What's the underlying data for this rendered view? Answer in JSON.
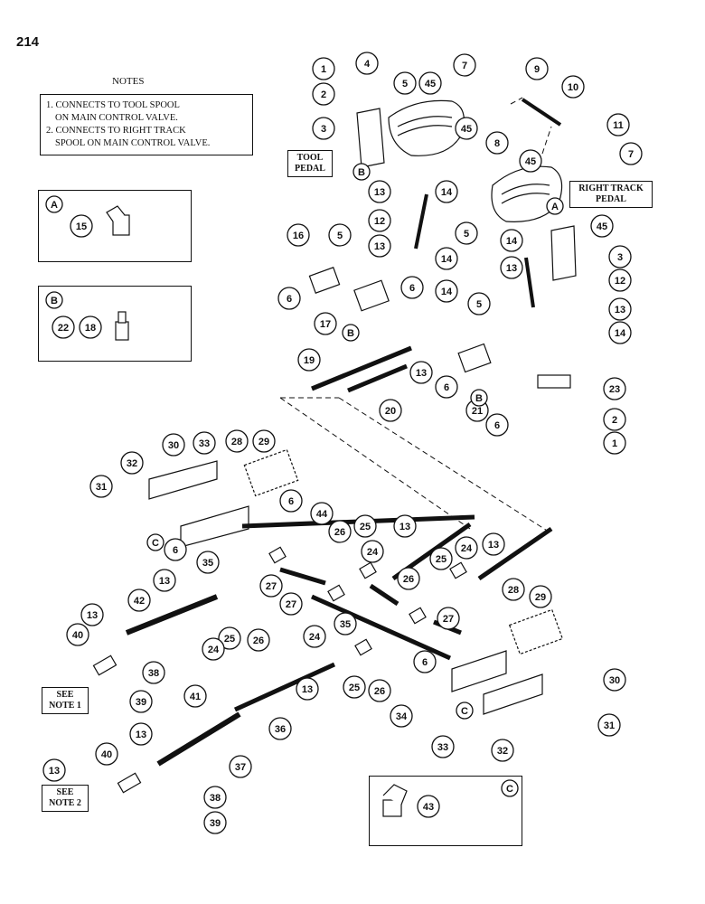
{
  "page_number": "214",
  "notes": {
    "title": "NOTES",
    "line1a": "1. CONNECTS TO TOOL SPOOL",
    "line1b": "ON MAIN CONTROL VALVE.",
    "line2a": "2. CONNECTS TO RIGHT TRACK",
    "line2b": "SPOOL ON MAIN CONTROL VALVE."
  },
  "labels": {
    "tool_pedal_1": "TOOL",
    "tool_pedal_2": "PEDAL",
    "right_track_1": "RIGHT TRACK",
    "right_track_2": "PEDAL",
    "see_note_1a": "SEE",
    "see_note_1b": "NOTE 1",
    "see_note_2a": "SEE",
    "see_note_2b": "NOTE 2"
  },
  "insets": [
    {
      "letter": "A",
      "parts": [
        "15"
      ]
    },
    {
      "letter": "B",
      "parts": [
        "22",
        "18"
      ]
    },
    {
      "letter": "C",
      "parts": [
        "43"
      ]
    }
  ],
  "callouts": [
    {
      "id": "1",
      "n": "1"
    },
    {
      "id": "2",
      "n": "2"
    },
    {
      "id": "3",
      "n": "3"
    },
    {
      "id": "4",
      "n": "4"
    },
    {
      "id": "5",
      "n": "5"
    },
    {
      "id": "45",
      "n": "45"
    },
    {
      "id": "7",
      "n": "7"
    },
    {
      "id": "9",
      "n": "9"
    },
    {
      "id": "10",
      "n": "10"
    },
    {
      "id": "11",
      "n": "11"
    },
    {
      "id": "8",
      "n": "8"
    },
    {
      "id": "45b",
      "n": "45"
    },
    {
      "id": "45c",
      "n": "45"
    },
    {
      "id": "7b",
      "n": "7"
    },
    {
      "id": "13a",
      "n": "13"
    },
    {
      "id": "14a",
      "n": "14"
    },
    {
      "id": "12a",
      "n": "12"
    },
    {
      "id": "13b",
      "n": "13"
    },
    {
      "id": "14b",
      "n": "14"
    },
    {
      "id": "16",
      "n": "16"
    },
    {
      "id": "5b",
      "n": "5"
    },
    {
      "id": "5c",
      "n": "5"
    },
    {
      "id": "14c",
      "n": "14"
    },
    {
      "id": "13c",
      "n": "13"
    },
    {
      "id": "3b",
      "n": "3"
    },
    {
      "id": "45d",
      "n": "45"
    },
    {
      "id": "6a",
      "n": "6"
    },
    {
      "id": "6b",
      "n": "6"
    },
    {
      "id": "17",
      "n": "17"
    },
    {
      "id": "14d",
      "n": "14"
    },
    {
      "id": "5d",
      "n": "5"
    },
    {
      "id": "12b",
      "n": "12"
    },
    {
      "id": "13d",
      "n": "13"
    },
    {
      "id": "14e",
      "n": "14"
    },
    {
      "id": "19",
      "n": "19"
    },
    {
      "id": "13e",
      "n": "13"
    },
    {
      "id": "6c",
      "n": "6"
    },
    {
      "id": "21",
      "n": "21"
    },
    {
      "id": "20",
      "n": "20"
    },
    {
      "id": "6d",
      "n": "6"
    },
    {
      "id": "23",
      "n": "23"
    },
    {
      "id": "2b",
      "n": "2"
    },
    {
      "id": "1b",
      "n": "1"
    },
    {
      "id": "32",
      "n": "32"
    },
    {
      "id": "30",
      "n": "30"
    },
    {
      "id": "33",
      "n": "33"
    },
    {
      "id": "28",
      "n": "28"
    },
    {
      "id": "29",
      "n": "29"
    },
    {
      "id": "31",
      "n": "31"
    },
    {
      "id": "6e",
      "n": "6"
    },
    {
      "id": "44",
      "n": "44"
    },
    {
      "id": "26",
      "n": "26"
    },
    {
      "id": "25",
      "n": "25"
    },
    {
      "id": "13f",
      "n": "13"
    },
    {
      "id": "6f",
      "n": "6"
    },
    {
      "id": "35",
      "n": "35"
    },
    {
      "id": "24",
      "n": "24"
    },
    {
      "id": "25b",
      "n": "25"
    },
    {
      "id": "24b",
      "n": "24"
    },
    {
      "id": "13g",
      "n": "13"
    },
    {
      "id": "27",
      "n": "27"
    },
    {
      "id": "26b",
      "n": "26"
    },
    {
      "id": "13h",
      "n": "13"
    },
    {
      "id": "27b",
      "n": "27"
    },
    {
      "id": "42",
      "n": "42"
    },
    {
      "id": "27c",
      "n": "27"
    },
    {
      "id": "13i",
      "n": "13"
    },
    {
      "id": "28b",
      "n": "28"
    },
    {
      "id": "29b",
      "n": "29"
    },
    {
      "id": "24c",
      "n": "24"
    },
    {
      "id": "25c",
      "n": "25"
    },
    {
      "id": "26c",
      "n": "26"
    },
    {
      "id": "35b",
      "n": "35"
    },
    {
      "id": "40",
      "n": "40"
    },
    {
      "id": "24d",
      "n": "24"
    },
    {
      "id": "6g",
      "n": "6"
    },
    {
      "id": "38",
      "n": "38"
    },
    {
      "id": "39",
      "n": "39"
    },
    {
      "id": "13j",
      "n": "13"
    },
    {
      "id": "25d",
      "n": "25"
    },
    {
      "id": "26d",
      "n": "26"
    },
    {
      "id": "30b",
      "n": "30"
    },
    {
      "id": "41",
      "n": "41"
    },
    {
      "id": "36",
      "n": "36"
    },
    {
      "id": "34",
      "n": "34"
    },
    {
      "id": "33b",
      "n": "33"
    },
    {
      "id": "31b",
      "n": "31"
    },
    {
      "id": "32b",
      "n": "32"
    },
    {
      "id": "13k",
      "n": "13"
    },
    {
      "id": "40b",
      "n": "40"
    },
    {
      "id": "37",
      "n": "37"
    },
    {
      "id": "38b",
      "n": "38"
    },
    {
      "id": "39b",
      "n": "39"
    },
    {
      "id": "13l",
      "n": "13"
    }
  ],
  "ref_letters": [
    {
      "id": "B1",
      "letter": "B"
    },
    {
      "id": "A1",
      "letter": "A"
    },
    {
      "id": "B2",
      "letter": "B"
    },
    {
      "id": "B3",
      "letter": "B"
    },
    {
      "id": "C1",
      "letter": "C"
    },
    {
      "id": "C2",
      "letter": "C"
    }
  ]
}
